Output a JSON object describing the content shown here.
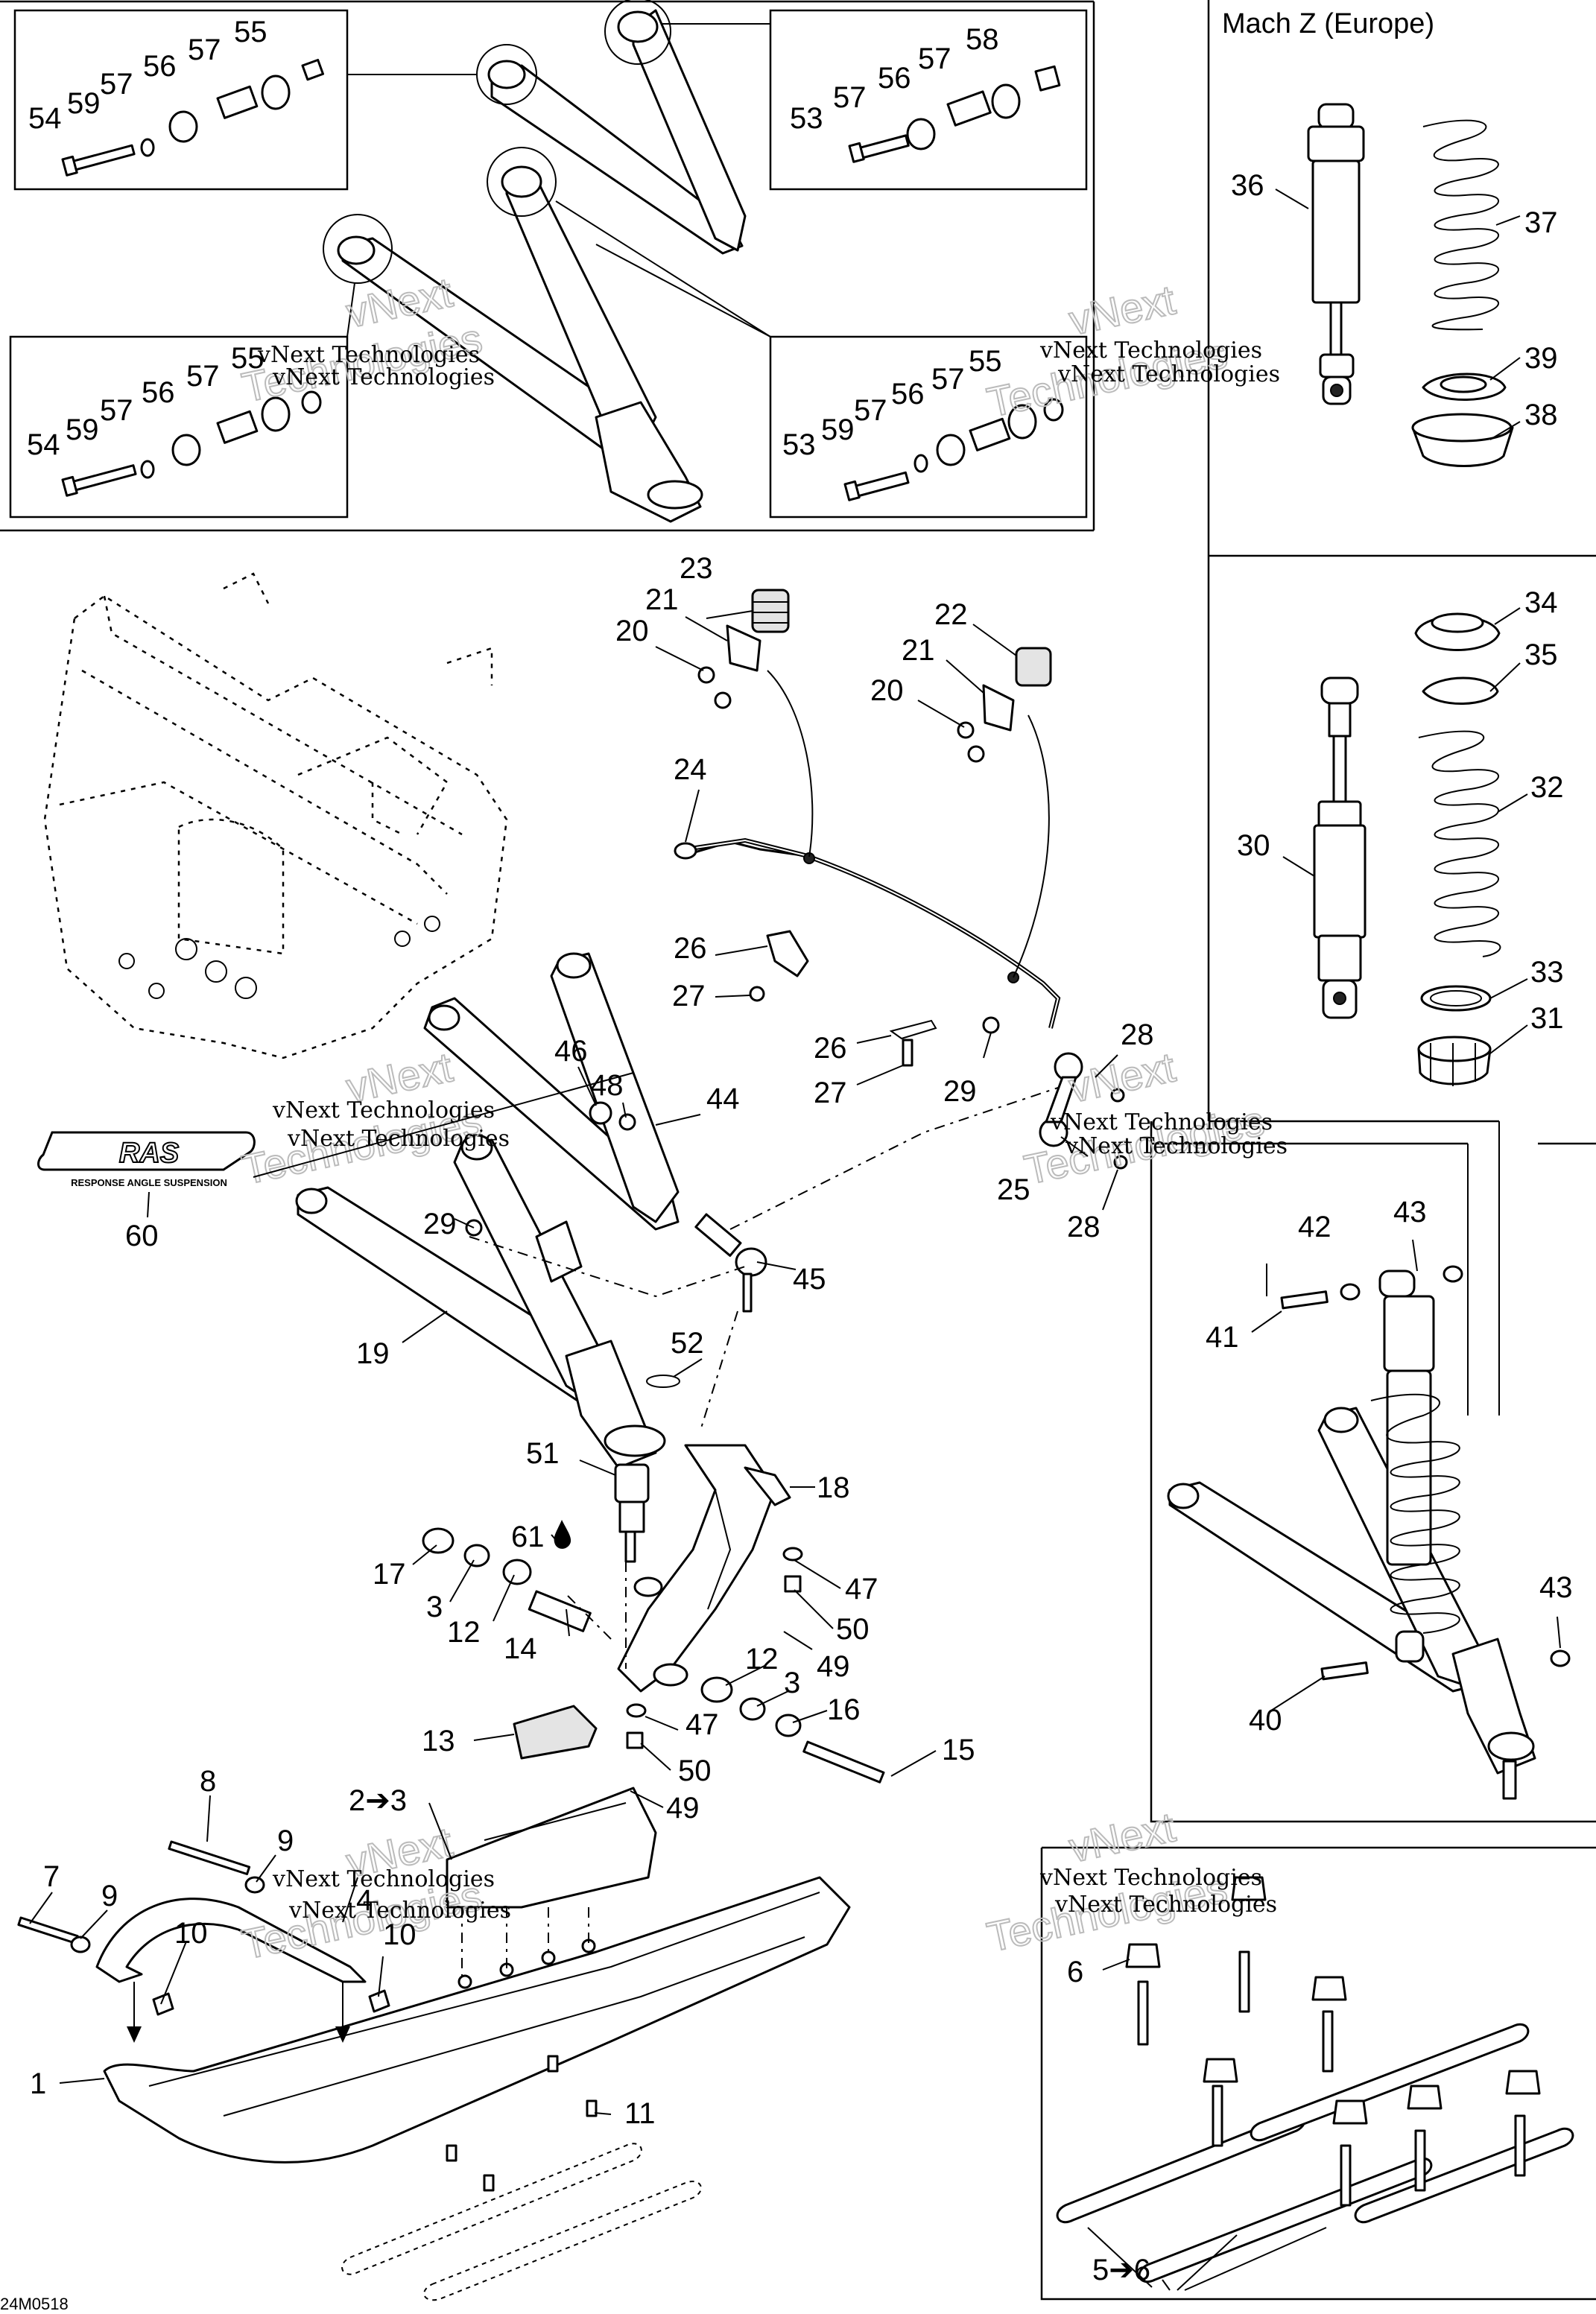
{
  "panel_title": "Mach Z (Europe)",
  "figure_code": "24M0518",
  "watermark": {
    "line1": "vNext Technologies",
    "ghost1": "vNext",
    "ghost2": "Technologies"
  },
  "logo": {
    "text": "RAS",
    "tagline": "RESPONSE ANGLE SUSPENSION"
  },
  "callouts": {
    "c1": "1",
    "c2to3": "2➔3",
    "c3a": "3",
    "c3b": "3",
    "c4": "4",
    "c5to6": "5➔6",
    "c6": "6",
    "c7": "7",
    "c8": "8",
    "c9a": "9",
    "c9b": "9",
    "c10a": "10",
    "c10b": "10",
    "c11": "11",
    "c12a": "12",
    "c12b": "12",
    "c13": "13",
    "c14": "14",
    "c15": "15",
    "c16": "16",
    "c17": "17",
    "c18": "18",
    "c19": "19",
    "c20a": "20",
    "c20b": "20",
    "c21a": "21",
    "c21b": "21",
    "c22": "22",
    "c23": "23",
    "c24": "24",
    "c25": "25",
    "c26a": "26",
    "c26b": "26",
    "c27a": "27",
    "c27b": "27",
    "c28a": "28",
    "c28b": "28",
    "c29a": "29",
    "c29b": "29",
    "c30": "30",
    "c31": "31",
    "c32": "32",
    "c33": "33",
    "c34": "34",
    "c35": "35",
    "c36": "36",
    "c37": "37",
    "c38": "38",
    "c39": "39",
    "c40": "40",
    "c41": "41",
    "c42": "42",
    "c43a": "43",
    "c43b": "43",
    "c44": "44",
    "c45": "45",
    "c46": "46",
    "c47a": "47",
    "c47b": "47",
    "c48": "48",
    "c49a": "49",
    "c49b": "49",
    "c50a": "50",
    "c50b": "50",
    "c51": "51",
    "c52": "52",
    "c53a": "53",
    "c53b": "53",
    "c54a": "54",
    "c54b": "54",
    "c55a": "55",
    "c55b": "55",
    "c55c": "55",
    "c56a": "56",
    "c56b": "56",
    "c56c": "56",
    "c56d": "56",
    "c57a": "57",
    "c57b": "57",
    "c57c": "57",
    "c57d": "57",
    "c57e": "57",
    "c57f": "57",
    "c57g": "57",
    "c57h": "57",
    "c58": "58",
    "c59a": "59",
    "c59b": "59",
    "c59c": "59",
    "c60": "60",
    "c61": "61"
  }
}
